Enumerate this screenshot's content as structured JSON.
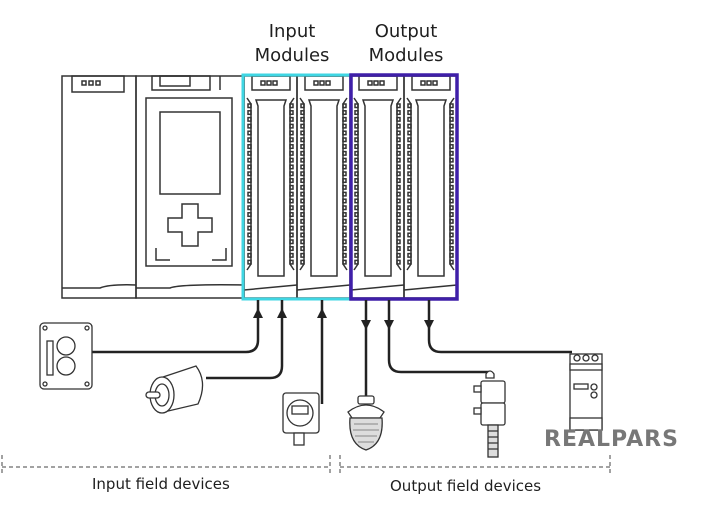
{
  "diagram": {
    "title_input_modules": [
      "Input",
      "Modules"
    ],
    "title_output_modules": [
      "Output",
      "Modules"
    ],
    "label_input_field": "Input field devices",
    "label_output_field": "Output field devices",
    "brand": "REALPARS",
    "colors": {
      "input_highlight": "#3fd6e3",
      "output_highlight": "#3f1fa8",
      "line": "#222222",
      "brand": "#777777"
    },
    "rack": {
      "modules": [
        {
          "type": "power-supply"
        },
        {
          "type": "cpu"
        },
        {
          "type": "input-module",
          "group": "input"
        },
        {
          "type": "input-module",
          "group": "input"
        },
        {
          "type": "output-module",
          "group": "output"
        },
        {
          "type": "output-module",
          "group": "output"
        }
      ]
    },
    "input_devices": [
      {
        "name": "pushbutton-station",
        "signal": "input"
      },
      {
        "name": "rotary-encoder",
        "signal": "input"
      },
      {
        "name": "sensor-transmitter",
        "signal": "input"
      }
    ],
    "output_devices": [
      {
        "name": "beacon-light",
        "signal": "output"
      },
      {
        "name": "solenoid-valve",
        "signal": "output"
      },
      {
        "name": "motor-starter",
        "signal": "output"
      }
    ]
  }
}
